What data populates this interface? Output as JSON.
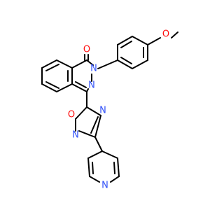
{
  "molecule": {
    "atoms": {
      "carbonyl_O": "O",
      "ether_O": "O",
      "phthalazinone_N2": "N",
      "phthalazinone_N3": "N",
      "oxadiazole_O": "O",
      "oxadiazole_N_right": "N",
      "oxadiazole_N_left": "N",
      "pyridine_N": "N"
    }
  },
  "colors": {
    "bond": "#000000",
    "oxygen": "#ff0d0d",
    "nitrogen": "#3050f8",
    "background": "#ffffff"
  }
}
